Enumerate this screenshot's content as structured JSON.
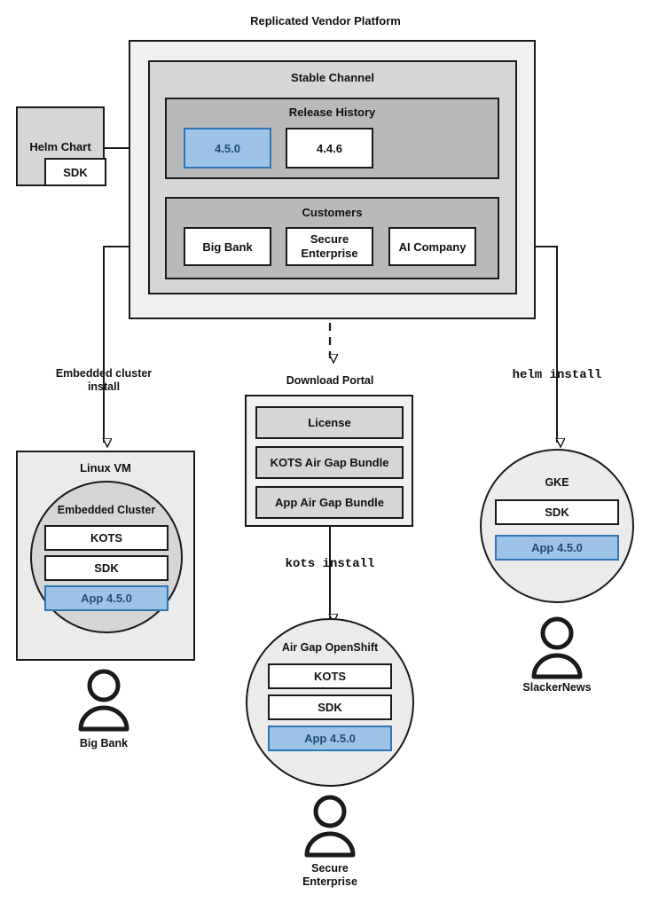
{
  "diagram": {
    "title": "Replicated Vendor Platform",
    "platform": {
      "stable_channel": {
        "label": "Stable Channel",
        "release_history": {
          "label": "Release History",
          "releases": [
            {
              "version": "4.5.0",
              "highlighted": true
            },
            {
              "version": "4.4.6",
              "highlighted": false
            }
          ]
        },
        "customers": {
          "label": "Customers",
          "items": [
            {
              "name": "Big Bank"
            },
            {
              "name": "Secure\nEnterprise"
            },
            {
              "name": "AI Company"
            }
          ]
        }
      }
    },
    "helm_chart": {
      "label": "Helm Chart",
      "sdk_label": "SDK"
    },
    "edges": [
      {
        "label": "Embedded cluster\ninstall",
        "style": "solid"
      },
      {
        "label": "helm install",
        "style": "solid",
        "mono": true
      },
      {
        "label": "kots install",
        "style": "solid",
        "mono": true
      }
    ],
    "download_portal": {
      "label": "Download Portal",
      "artifacts": [
        {
          "name": "License"
        },
        {
          "name": "KOTS Air Gap Bundle"
        },
        {
          "name": "App Air Gap Bundle"
        }
      ]
    },
    "targets": [
      {
        "id": "linux-vm",
        "label": "Linux VM",
        "shape": "rect",
        "inner": {
          "label": "Embedded Cluster",
          "shape": "circle",
          "components": [
            {
              "name": "KOTS",
              "highlighted": false
            },
            {
              "name": "SDK",
              "highlighted": false
            },
            {
              "name": "App 4.5.0",
              "highlighted": true
            }
          ]
        },
        "actor": "Big Bank"
      },
      {
        "id": "air-gap-openshift",
        "label": "Air Gap OpenShift",
        "shape": "circle",
        "components": [
          {
            "name": "KOTS",
            "highlighted": false
          },
          {
            "name": "SDK",
            "highlighted": false
          },
          {
            "name": "App 4.5.0",
            "highlighted": true
          }
        ],
        "actor": "Secure\nEnterprise"
      },
      {
        "id": "gke",
        "label": "GKE",
        "shape": "circle",
        "components": [
          {
            "name": "SDK",
            "highlighted": false
          },
          {
            "name": "App 4.5.0",
            "highlighted": true
          }
        ],
        "actor": "SlackerNews"
      }
    ],
    "colors": {
      "highlight_fill": "#9dc3e6",
      "highlight_border": "#2e75b6",
      "highlight_text": "#1f4e79",
      "outline": "#1a1a1a",
      "platform_fill": "#f0f0ef",
      "channel_fill": "#d6d6d6",
      "section_fill": "#b9b9b9",
      "node_fill": "#ffffff"
    }
  }
}
